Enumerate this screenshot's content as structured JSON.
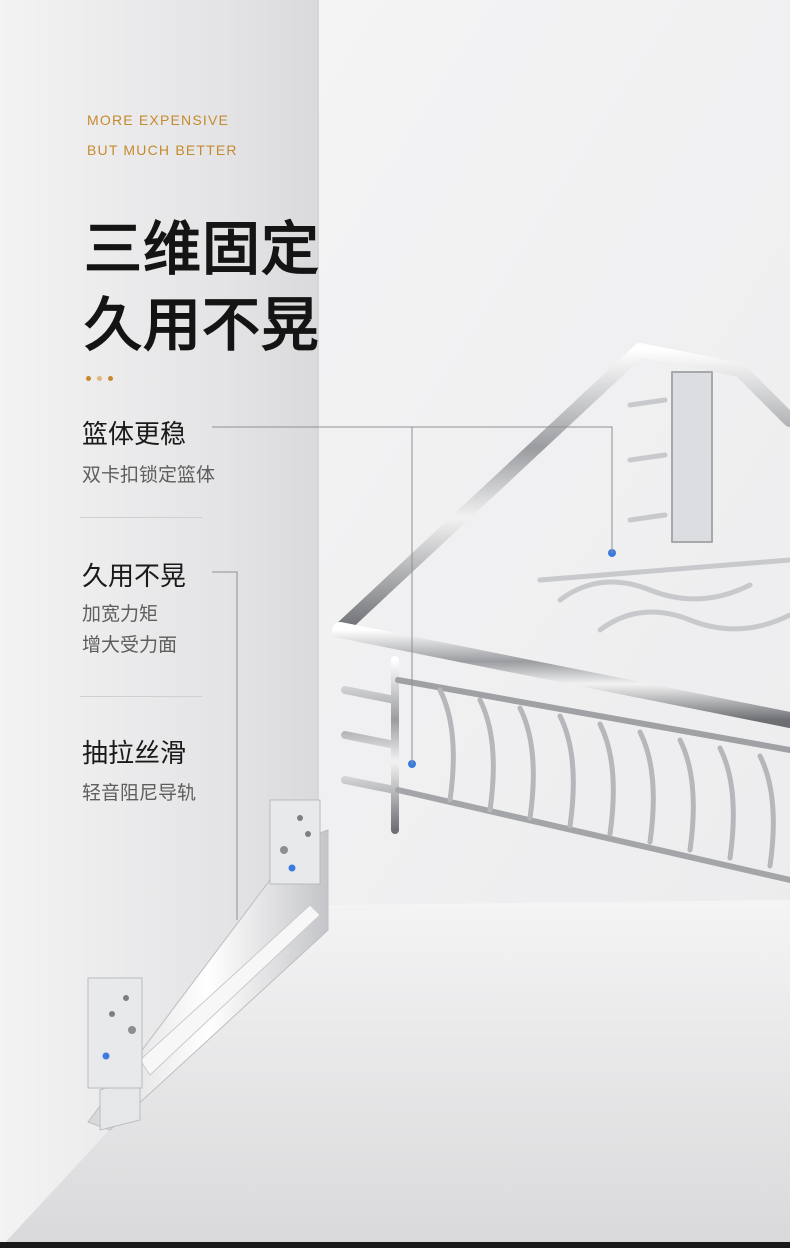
{
  "tagline": {
    "line1": "MORE EXPENSIVE",
    "line2": "BUT MUCH BETTER"
  },
  "headline": {
    "line1": "三维固定",
    "line2": "久用不晃"
  },
  "features": [
    {
      "title": "篮体更稳",
      "lines": [
        "双卡扣锁定篮体"
      ]
    },
    {
      "title": "久用不晃",
      "lines": [
        "加宽力矩",
        "增大受力面"
      ]
    },
    {
      "title": "抽拉丝滑",
      "lines": [
        "轻音阻尼导轨"
      ]
    }
  ],
  "colors": {
    "accent": "#c58a2e",
    "title": "#141414",
    "text": "#5e5e5e",
    "screw_highlight": "#3b7bdc"
  }
}
